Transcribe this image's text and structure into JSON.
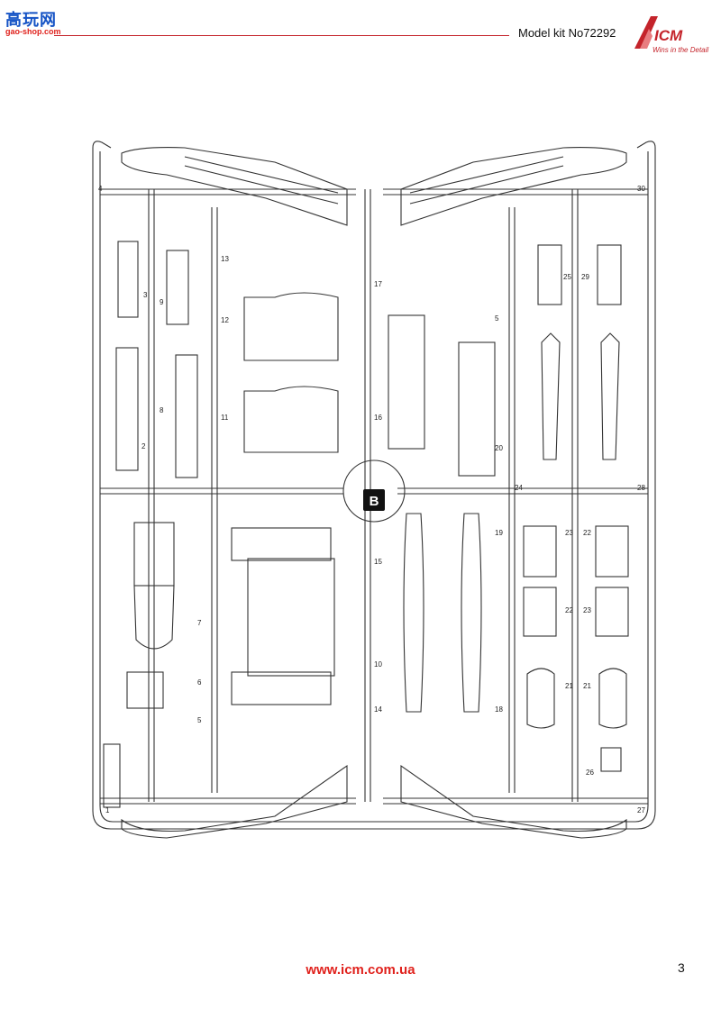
{
  "header": {
    "model_kit": "Model kit No72292",
    "watermark_main": "高玩网",
    "watermark_sub": "gao-shop.com"
  },
  "logo": {
    "brand": "ICM",
    "tagline": "Wins in the Detail",
    "color": "#c4242b"
  },
  "sprue": {
    "letter": "B",
    "part_numbers": [
      "1",
      "2",
      "3",
      "4",
      "5",
      "6",
      "7",
      "8",
      "9",
      "10",
      "11",
      "12",
      "13",
      "14",
      "15",
      "16",
      "17",
      "18",
      "19",
      "20",
      "21",
      "22",
      "23",
      "24",
      "25",
      "26",
      "27",
      "28",
      "29",
      "30"
    ]
  },
  "footer": {
    "url": "www.icm.com.ua",
    "page": "3",
    "url_color": "#e0211c"
  }
}
